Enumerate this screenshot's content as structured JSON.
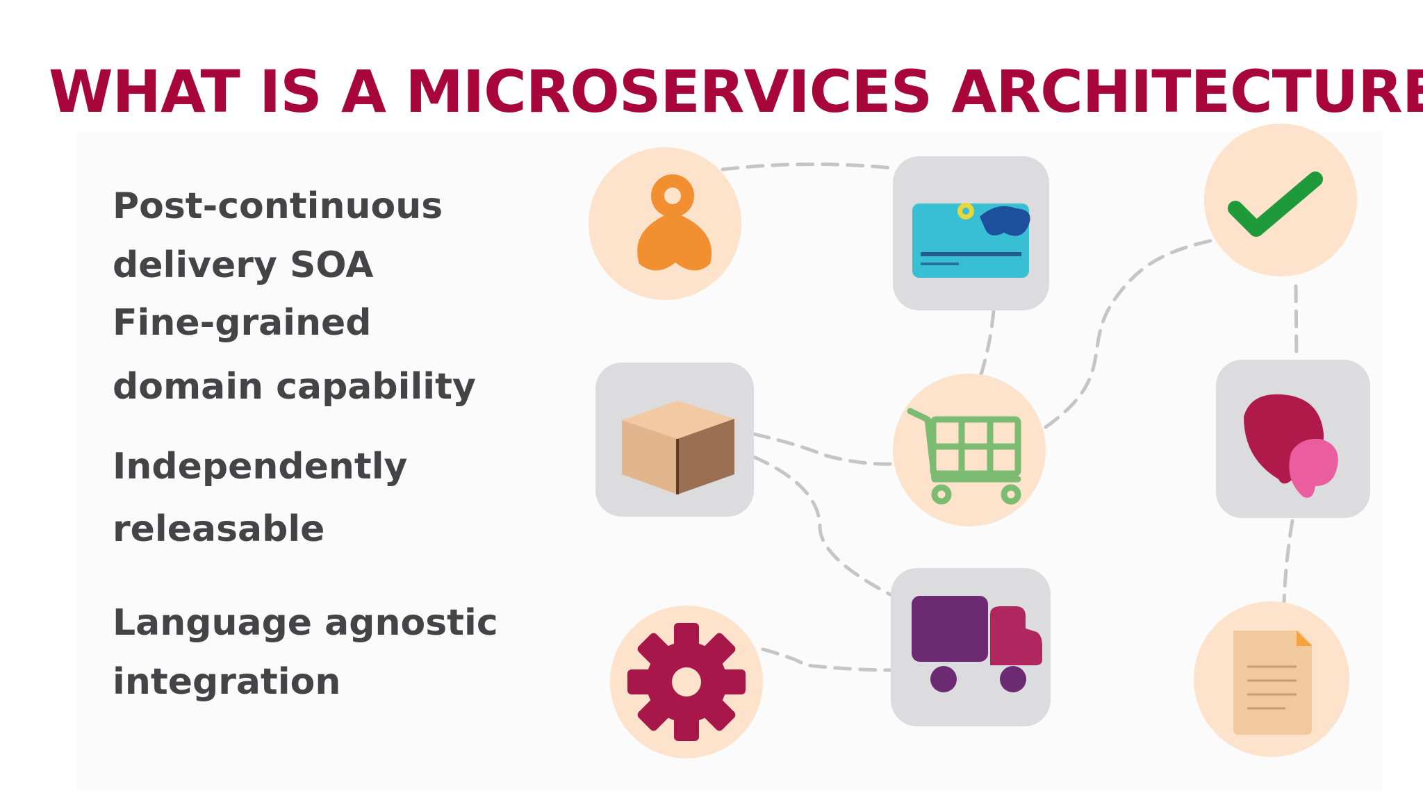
{
  "title": "WHAT IS A MICROSERVICES ARCHITECTURE?",
  "bullets": [
    "Post-continuous",
    "delivery SOA",
    "Fine-grained",
    "domain capability",
    "Independently",
    "releasable",
    "Language agnostic",
    "integration"
  ],
  "colors": {
    "title": "#a8063b",
    "text": "#444446",
    "peach_circle": "#fde3cb",
    "gray_tile": "#dcdcde",
    "connector": "#c5c5c5"
  },
  "nodes": [
    {
      "name": "user-icon",
      "shape": "circle"
    },
    {
      "name": "credit-card-icon",
      "shape": "tile"
    },
    {
      "name": "checkmark-icon",
      "shape": "circle"
    },
    {
      "name": "box-icon",
      "shape": "tile"
    },
    {
      "name": "shopping-cart-icon",
      "shape": "circle"
    },
    {
      "name": "chat-bubbles-icon",
      "shape": "tile"
    },
    {
      "name": "gear-icon",
      "shape": "circle"
    },
    {
      "name": "delivery-truck-icon",
      "shape": "tile"
    },
    {
      "name": "document-icon",
      "shape": "circle"
    }
  ]
}
